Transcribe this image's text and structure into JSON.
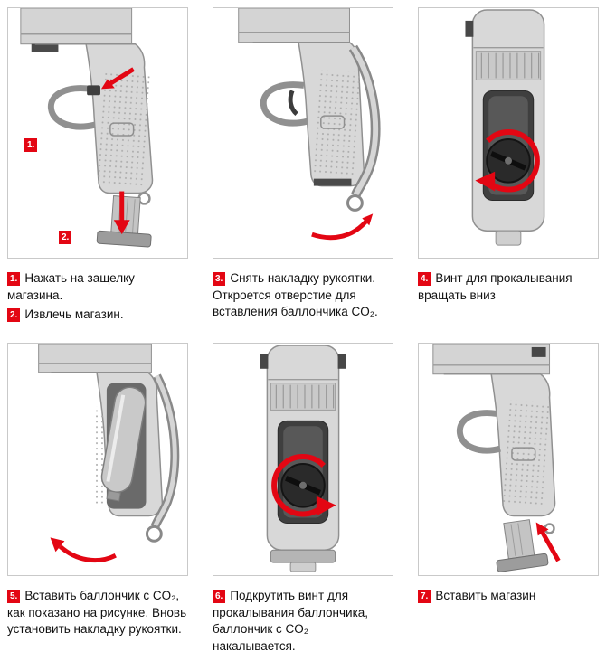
{
  "page": {
    "accent": "#e30613",
    "background": "#ffffff",
    "figure_border": "#c9c9c9"
  },
  "panels": [
    {
      "name": "steps-1-2",
      "illustration": "pistol-grip-press-magazine-release-and-remove-magazine",
      "figure_badges": [
        "1.",
        "2."
      ],
      "steps": [
        {
          "marker": "1.",
          "text": "Нажать на защелку магазина."
        },
        {
          "marker": "2.",
          "text": "Извлечь магазин."
        }
      ]
    },
    {
      "name": "step-3",
      "illustration": "pistol-grip-backstrap-removed",
      "figure_badges": [],
      "steps": [
        {
          "marker": "3.",
          "text": "Снять накладку рукоятки. Откроется отверстие для вставления баллончика CO₂."
        }
      ]
    },
    {
      "name": "step-4",
      "illustration": "grip-bottom-view-piercing-screw",
      "figure_badges": [],
      "steps": [
        {
          "marker": "4.",
          "text": "Винт для прокалывания вращать вниз"
        }
      ]
    },
    {
      "name": "step-5",
      "illustration": "co2-cartridge-inserted-into-grip",
      "figure_badges": [],
      "steps": [
        {
          "marker": "5.",
          "text": "Вставить баллончик с CO₂, как показано на рисунке. Вновь установить накладку рукоятки."
        }
      ]
    },
    {
      "name": "step-6",
      "illustration": "grip-bottom-view-tighten-piercing-screw",
      "figure_badges": [],
      "steps": [
        {
          "marker": "6.",
          "text": "Подкрутить винт для прокалывания баллончика, баллончик с CO₂ накалывается."
        }
      ]
    },
    {
      "name": "step-7",
      "illustration": "insert-magazine-into-grip",
      "figure_badges": [],
      "steps": [
        {
          "marker": "7.",
          "text": "Вставить магазин"
        }
      ]
    }
  ]
}
